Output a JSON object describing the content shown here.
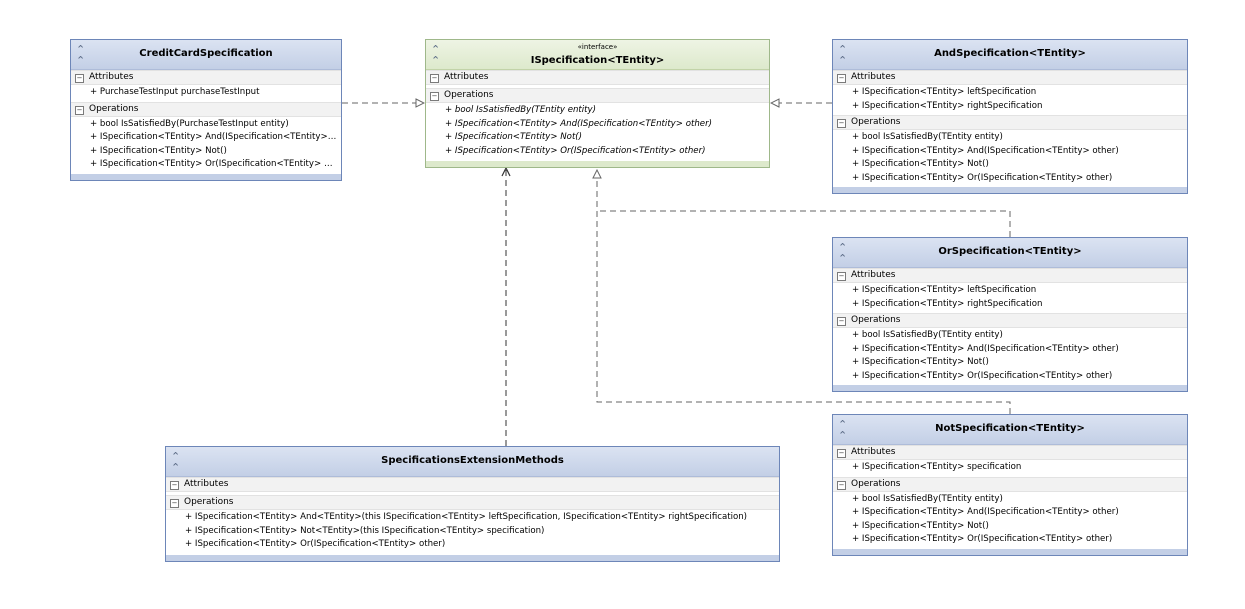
{
  "diagram": {
    "classes": [
      {
        "id": "creditcard",
        "title": "CreditCardSpecification",
        "stereotype": "",
        "attributes_label": "Attributes",
        "operations_label": "Operations",
        "attributes": [
          "+ PurchaseTestInput purchaseTestInput"
        ],
        "operations": [
          "+ bool IsSatisfiedBy(PurchaseTestInput entity)",
          "+ ISpecification<TEntity> And(ISpecification<TEntity> o...",
          "+ ISpecification<TEntity> Not()",
          "+ ISpecification<TEntity> Or(ISpecification<TEntity> ot..."
        ]
      },
      {
        "id": "ispec",
        "title": "ISpecification<TEntity>",
        "stereotype": "«interface»",
        "attributes_label": "Attributes",
        "operations_label": "Operations",
        "attributes": [],
        "operations": [
          "+ bool IsSatisfiedBy(TEntity entity)",
          "+ ISpecification<TEntity> And(ISpecification<TEntity> other)",
          "+ ISpecification<TEntity> Not()",
          "+ ISpecification<TEntity> Or(ISpecification<TEntity> other)"
        ]
      },
      {
        "id": "andspec",
        "title": "AndSpecification<TEntity>",
        "stereotype": "",
        "attributes_label": "Attributes",
        "operations_label": "Operations",
        "attributes": [
          "+ ISpecification<TEntity> leftSpecification",
          "+ ISpecification<TEntity> rightSpecification"
        ],
        "operations": [
          "+ bool IsSatisfiedBy(TEntity entity)",
          "+ ISpecification<TEntity> And(ISpecification<TEntity> other)",
          "+ ISpecification<TEntity> Not()",
          "+ ISpecification<TEntity> Or(ISpecification<TEntity> other)"
        ]
      },
      {
        "id": "orspec",
        "title": "OrSpecification<TEntity>",
        "stereotype": "",
        "attributes_label": "Attributes",
        "operations_label": "Operations",
        "attributes": [
          "+ ISpecification<TEntity> leftSpecification",
          "+ ISpecification<TEntity> rightSpecification"
        ],
        "operations": [
          "+ bool IsSatisfiedBy(TEntity entity)",
          "+ ISpecification<TEntity> And(ISpecification<TEntity> other)",
          "+ ISpecification<TEntity> Not()",
          "+ ISpecification<TEntity> Or(ISpecification<TEntity> other)"
        ]
      },
      {
        "id": "notspec",
        "title": "NotSpecification<TEntity>",
        "stereotype": "",
        "attributes_label": "Attributes",
        "operations_label": "Operations",
        "attributes": [
          "+ ISpecification<TEntity> specification"
        ],
        "operations": [
          "+ bool IsSatisfiedBy(TEntity entity)",
          "+ ISpecification<TEntity> And(ISpecification<TEntity> other)",
          "+ ISpecification<TEntity> Not()",
          "+ ISpecification<TEntity> Or(ISpecification<TEntity> other)"
        ]
      },
      {
        "id": "extmethods",
        "title": "SpecificationsExtensionMethods",
        "stereotype": "",
        "attributes_label": "Attributes",
        "operations_label": "Operations",
        "attributes": [],
        "operations": [
          "+ ISpecification<TEntity> And<TEntity>(this ISpecification<TEntity> leftSpecification, ISpecification<TEntity> rightSpecification)",
          "+ ISpecification<TEntity> Not<TEntity>(this ISpecification<TEntity> specification)",
          "+ ISpecification<TEntity> Or(ISpecification<TEntity> other)"
        ]
      }
    ],
    "colors": {
      "class_border": "#6d86b8",
      "class_header": "#c3cfe6",
      "interface_border": "#9fb88a",
      "interface_header": "#dde9cc",
      "connector": "#666666"
    },
    "icons": {
      "collapse": "double-chevron-up-icon",
      "section_toggle": "minus-box-icon"
    }
  }
}
